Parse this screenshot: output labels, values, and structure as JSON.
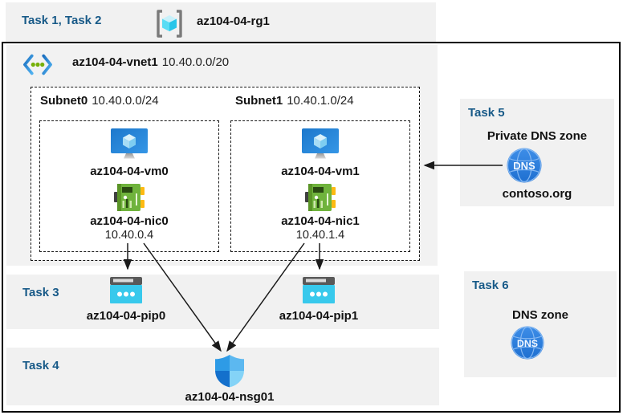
{
  "header": {
    "label": "Task 1, Task 2",
    "resource_group": "az104-04-rg1"
  },
  "vnet": {
    "name": "az104-04-vnet1",
    "cidr": "10.40.0.0/20",
    "subnets": [
      {
        "name": "Subnet0",
        "cidr": "10.40.0.0/24",
        "vm": "az104-04-vm0",
        "nic": "az104-04-nic0",
        "ip": "10.40.0.4"
      },
      {
        "name": "Subnet1",
        "cidr": "10.40.1.0/24",
        "vm": "az104-04-vm1",
        "nic": "az104-04-nic1",
        "ip": "10.40.1.4"
      }
    ]
  },
  "task3": {
    "label": "Task 3",
    "pip0": "az104-04-pip0",
    "pip1": "az104-04-pip1"
  },
  "task4": {
    "label": "Task 4",
    "nsg": "az104-04-nsg01"
  },
  "task5": {
    "label": "Task 5",
    "title": "Private DNS zone",
    "zone": "contoso.org",
    "dns_icon_text": "DNS"
  },
  "task6": {
    "label": "Task 6",
    "title": "DNS zone",
    "dns_icon_text": "DNS"
  },
  "colors": {
    "task_label": "#185a88",
    "band_bg": "#f1f1f1",
    "vnet_bg": "#f2f2f2",
    "arrow": "#1a1a1a"
  }
}
